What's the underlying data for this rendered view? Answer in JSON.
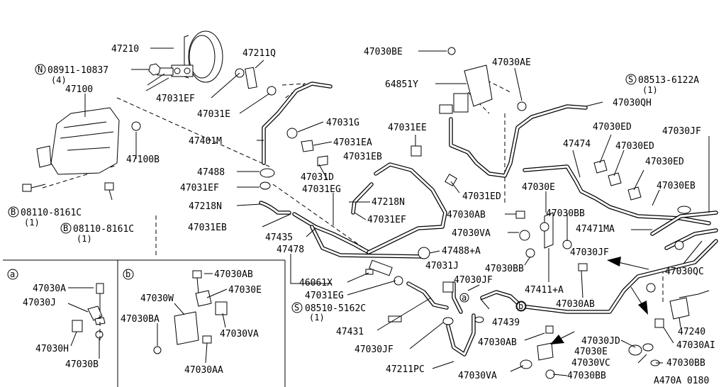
{
  "parts": {
    "p47210": "47210",
    "p08911": "08911-10837",
    "p08911_qty": "(4)",
    "p47100": "47100",
    "p47211Q": "47211Q",
    "p47031EF_a": "47031EF",
    "p47031E": "47031E",
    "p47401M": "47401M",
    "p47031G": "47031G",
    "p47031EA": "47031EA",
    "p47100B": "47100B",
    "p47488": "47488",
    "p47031D": "47031D",
    "p47031EF_b": "47031EF",
    "p47031EG_a": "47031EG",
    "p47218N_a": "47218N",
    "p47218N_b": "47218N",
    "p08110_a": "08110-8161C",
    "p08110_a_qty": "(1)",
    "p08110_b": "08110-8161C",
    "p08110_b_qty": "(1)",
    "p47031EB_a": "47031EB",
    "p47435": "47435",
    "p47031EF_c": "47031EF",
    "p47031EB_b": "47031EB",
    "p47478": "47478",
    "p46061X": "46061X",
    "p47031EG_b": "47031EG",
    "p08510": "08510-5162C",
    "p08510_qty": "(1)",
    "p47431": "47431",
    "p47030JF_a": "47030JF",
    "p47211PC": "47211PC",
    "p47030BE": "47030BE",
    "p47030AE": "47030AE",
    "p64851Y": "64851Y",
    "p47031EE": "47031EE",
    "p47031ED": "47031ED",
    "p47030AB_a": "47030AB",
    "p47030VA_a": "47030VA",
    "p47488A": "47488+A",
    "p47031J": "47031J",
    "p47030BB_a": "47030BB",
    "p47030JF_b": "47030JF",
    "p47439": "47439",
    "p47030AB_b": "47030AB",
    "p47030VA_b": "47030VA",
    "p08513": "08513-6122A",
    "p08513_qty": "(1)",
    "p47030QH": "47030QH",
    "p47030ED_a": "47030ED",
    "p47030JF_c": "47030JF",
    "p47474": "47474",
    "p47030ED_b": "47030ED",
    "p47030ED_c": "47030ED",
    "p47030E_a": "47030E",
    "p47030EB": "47030EB",
    "p47030BB_b": "47030BB",
    "p47471MA": "47471MA",
    "p47030JF_d": "47030JF",
    "p47411A": "47411+A",
    "p47030AB_c": "47030AB",
    "p47030QC": "47030QC",
    "p47030JD": "47030JD",
    "p47030E_b": "47030E",
    "p47030VC": "47030VC",
    "p47030BB_c": "47030BB",
    "p47240": "47240",
    "p47030AI": "47030AI"
  },
  "markers": {
    "N": "N",
    "B": "B",
    "S": "S",
    "a": "a",
    "b": "b"
  },
  "inset_a": {
    "p47030A": "47030A",
    "p47030J": "47030J",
    "p47030H": "47030H",
    "p47030B": "47030B"
  },
  "inset_b": {
    "p47030AB": "47030AB",
    "p47030W": "47030W",
    "p47030E": "47030E",
    "p47030BA": "47030BA",
    "p47030VA": "47030VA",
    "p47030AA": "47030AA"
  },
  "diagram_code": "A470A 0180"
}
